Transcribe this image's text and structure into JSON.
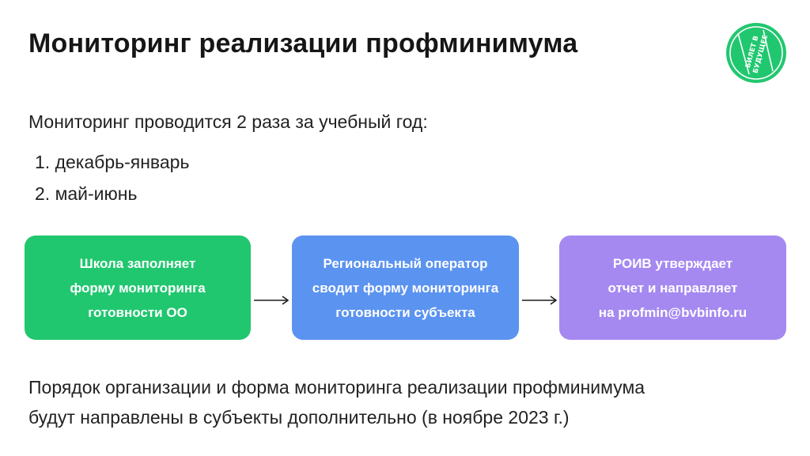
{
  "header": {
    "title": "Мониторинг реализации профминимума",
    "logo": {
      "line1": "БИЛЕТ В",
      "line2": "БУДУЩЕЕ",
      "color": "#21c76f"
    }
  },
  "intro": {
    "text": "Мониторинг проводится 2 раза за учебный год:",
    "items": [
      "1. декабрь-январь",
      "2. май-июнь"
    ]
  },
  "flow": {
    "steps": [
      {
        "lines": [
          "Школа заполняет",
          "форму мониторинга",
          "готовности ОО"
        ],
        "color": "#21c76f"
      },
      {
        "lines": [
          "Региональный оператор",
          "сводит форму мониторинга",
          "готовности субъекта"
        ],
        "color": "#5b93f0"
      },
      {
        "lines": [
          "РОИВ утверждает",
          "отчет и направляет"
        ],
        "last_prefix": "на ",
        "email": "profmin@bvbinfo.ru",
        "color": "#a589f1"
      }
    ],
    "arrow_icon": "arrow-right-icon"
  },
  "footer": {
    "lines": [
      "Порядок организации и форма мониторинга реализации профминимума",
      "будут направлены в субъекты дополнительно (в ноябре 2023 г.)"
    ]
  }
}
